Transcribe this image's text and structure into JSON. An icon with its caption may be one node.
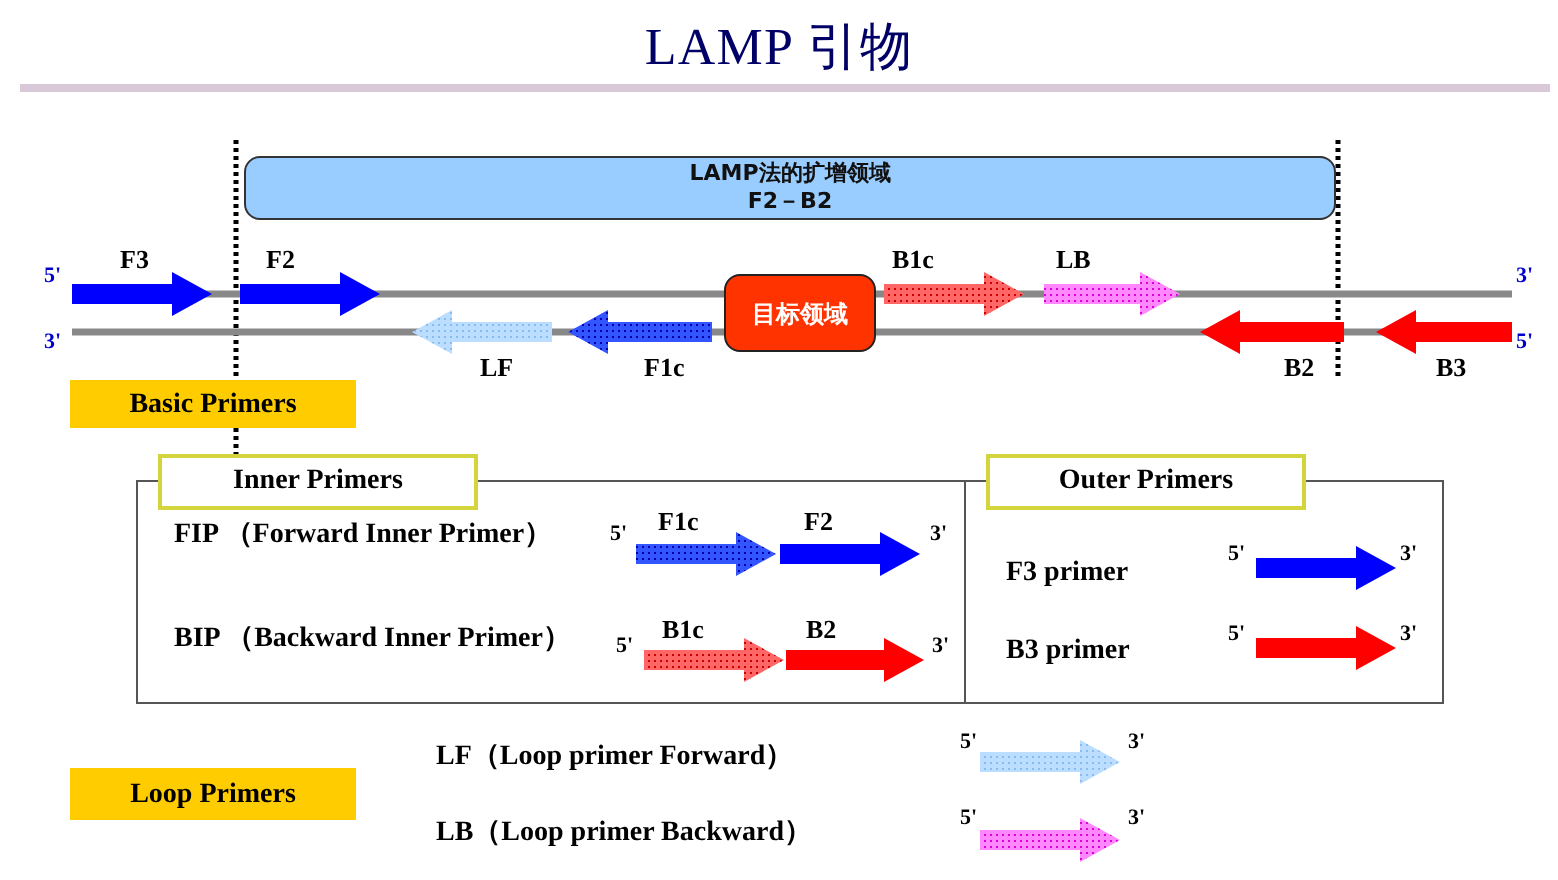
{
  "diagram": {
    "title": "LAMP 引物",
    "nodes": [
      {
        "text": [
          "LAMP法的扩增领域",
          "F2－B2"
        ]
      },
      {
        "text": [
          "目标领域"
        ]
      },
      {
        "text": [
          "Basic Primers"
        ]
      },
      {
        "text": [
          "Inner Primers",
          "FIP （Forward Inner Primer）",
          "BIP （Backward Inner Primer）"
        ]
      },
      {
        "text": [
          "Outer Primers",
          "F3 primer",
          "B3 primer"
        ]
      },
      {
        "text": [
          "Loop Primers"
        ]
      }
    ],
    "labels": [
      "5'",
      "F3",
      "F2",
      "B1c",
      "LB",
      "3'",
      "3'",
      "5'",
      "LF",
      "F1c",
      "B2",
      "B3",
      "5'",
      "F1c",
      "F2",
      "3'",
      "5'",
      "B1c",
      "B2",
      "3'",
      "5'",
      "3'",
      "5'",
      "3'",
      "LF（Loop primer Forward）",
      "5'",
      "3'",
      "LB（Loop primer Backward）",
      "5'",
      "3'"
    ]
  }
}
